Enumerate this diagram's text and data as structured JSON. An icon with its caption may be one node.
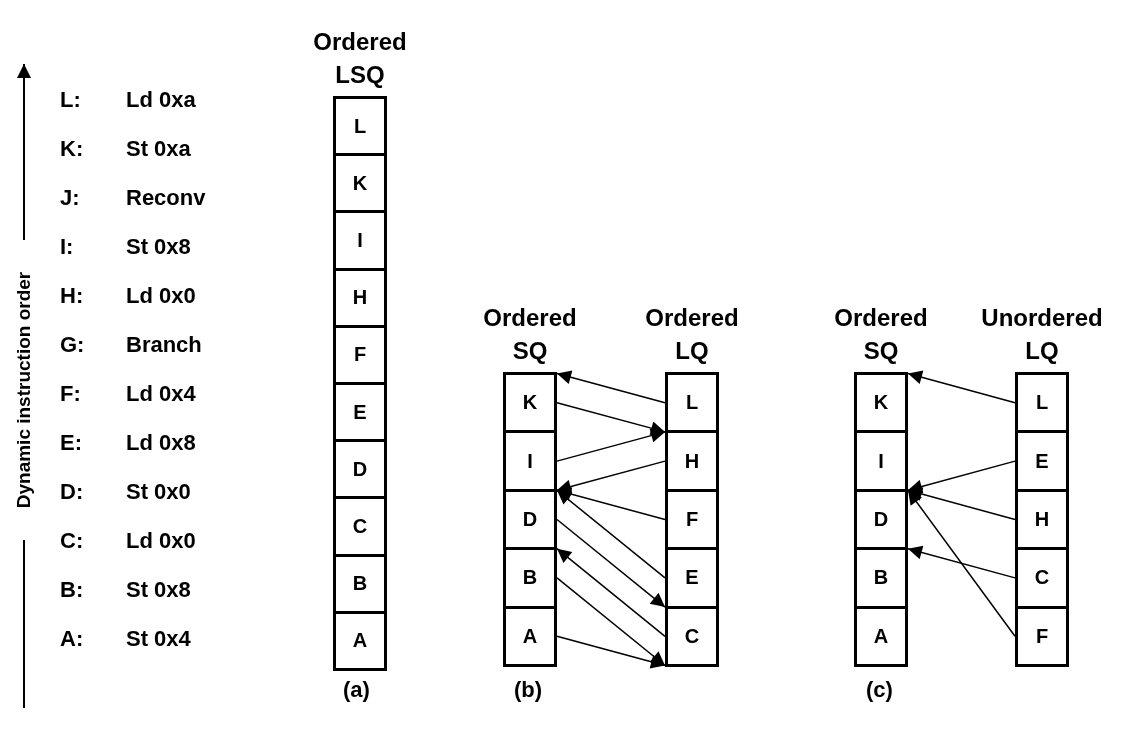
{
  "diagram": {
    "nodes": [
      {
        "text": [
          "Ordered LSQ"
        ]
      },
      {
        "text": [
          "L"
        ],
        "in": 0
      },
      {
        "text": [
          "K"
        ],
        "in": 0
      },
      {
        "text": [
          "I"
        ],
        "in": 0
      },
      {
        "text": [
          "H"
        ],
        "in": 0
      },
      {
        "text": [
          "F"
        ],
        "in": 0
      },
      {
        "text": [
          "E"
        ],
        "in": 0
      },
      {
        "text": [
          "D"
        ],
        "in": 0
      },
      {
        "text": [
          "C"
        ],
        "in": 0
      },
      {
        "text": [
          "B"
        ],
        "in": 0
      },
      {
        "text": [
          "A"
        ],
        "in": 0
      },
      {
        "text": [
          "Ordered SQ"
        ]
      },
      {
        "text": [
          "K"
        ],
        "in": 11
      },
      {
        "text": [
          "I"
        ],
        "in": 11
      },
      {
        "text": [
          "D"
        ],
        "in": 11
      },
      {
        "text": [
          "B"
        ],
        "in": 11
      },
      {
        "text": [
          "A"
        ],
        "in": 11
      },
      {
        "text": [
          "Ordered LQ"
        ]
      },
      {
        "text": [
          "L"
        ],
        "in": 17
      },
      {
        "text": [
          "H"
        ],
        "in": 17
      },
      {
        "text": [
          "F"
        ],
        "in": 17
      },
      {
        "text": [
          "E"
        ],
        "in": 17
      },
      {
        "text": [
          "C"
        ],
        "in": 17
      },
      {
        "text": [
          "Ordered SQ"
        ]
      },
      {
        "text": [
          "K"
        ],
        "in": 23
      },
      {
        "text": [
          "I"
        ],
        "in": 23
      },
      {
        "text": [
          "D"
        ],
        "in": 23
      },
      {
        "text": [
          "B"
        ],
        "in": 23
      },
      {
        "text": [
          "A"
        ],
        "in": 23
      },
      {
        "text": [
          "Unordered LQ"
        ]
      },
      {
        "text": [
          "L"
        ],
        "in": 29
      },
      {
        "text": [
          "E"
        ],
        "in": 29
      },
      {
        "text": [
          "H"
        ],
        "in": 29
      },
      {
        "text": [
          "C"
        ],
        "in": 29
      },
      {
        "text": [
          "F"
        ],
        "in": 29
      }
    ],
    "edges": [
      {
        "from": 18,
        "to": 12,
        "arrow": "to"
      },
      {
        "from": 12,
        "to": 19,
        "arrow": "to"
      },
      {
        "from": 13,
        "to": 19,
        "arrow": "to"
      },
      {
        "from": 19,
        "to": 14,
        "arrow": "to"
      },
      {
        "from": 20,
        "to": 14,
        "arrow": "to"
      },
      {
        "from": 21,
        "to": 14,
        "arrow": "to"
      },
      {
        "from": 14,
        "to": 22,
        "arrow": "to"
      },
      {
        "from": 22,
        "to": 15,
        "arrow": "to"
      },
      {
        "from": 15,
        "to": 22,
        "arrow": "to"
      },
      {
        "from": 16,
        "to": 22,
        "arrow": "to"
      },
      {
        "from": 30,
        "to": 24,
        "arrow": "to"
      },
      {
        "from": 31,
        "to": 26,
        "arrow": "to"
      },
      {
        "from": 32,
        "to": 26,
        "arrow": "to"
      },
      {
        "from": 33,
        "to": 27,
        "arrow": "to"
      },
      {
        "from": 34,
        "to": 26,
        "arrow": "to"
      }
    ],
    "labels": [
      "Dynamic instruction order",
      "L:",
      "Ld 0xa",
      "K:",
      "St 0xa",
      "J:",
      "Reconv",
      "I:",
      "St 0x8",
      "H:",
      "Ld 0x0",
      "G:",
      "Branch",
      "F:",
      "Ld 0x4",
      "E:",
      "Ld 0x8",
      "D:",
      "St 0x0",
      "C:",
      "Ld 0x0",
      "B:",
      "St 0x8",
      "A:",
      "St 0x4",
      "(a)",
      "(b)",
      "(c)"
    ]
  }
}
